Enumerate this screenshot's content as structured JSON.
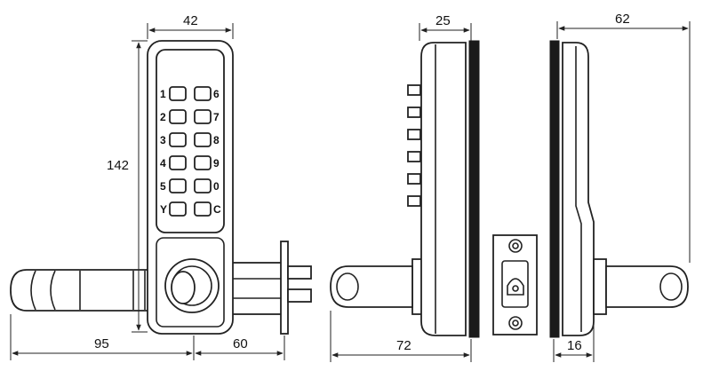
{
  "dimensions": {
    "front_width": "42",
    "front_height": "142",
    "front_handle_length": "95",
    "front_spindle_length": "60",
    "side_depth": "25",
    "side_total_length": "72",
    "back_width": "62",
    "back_depth": "16"
  },
  "keypad": {
    "left": [
      "1",
      "2",
      "3",
      "4",
      "5",
      "Y"
    ],
    "right": [
      "6",
      "7",
      "8",
      "9",
      "0",
      "C"
    ]
  }
}
